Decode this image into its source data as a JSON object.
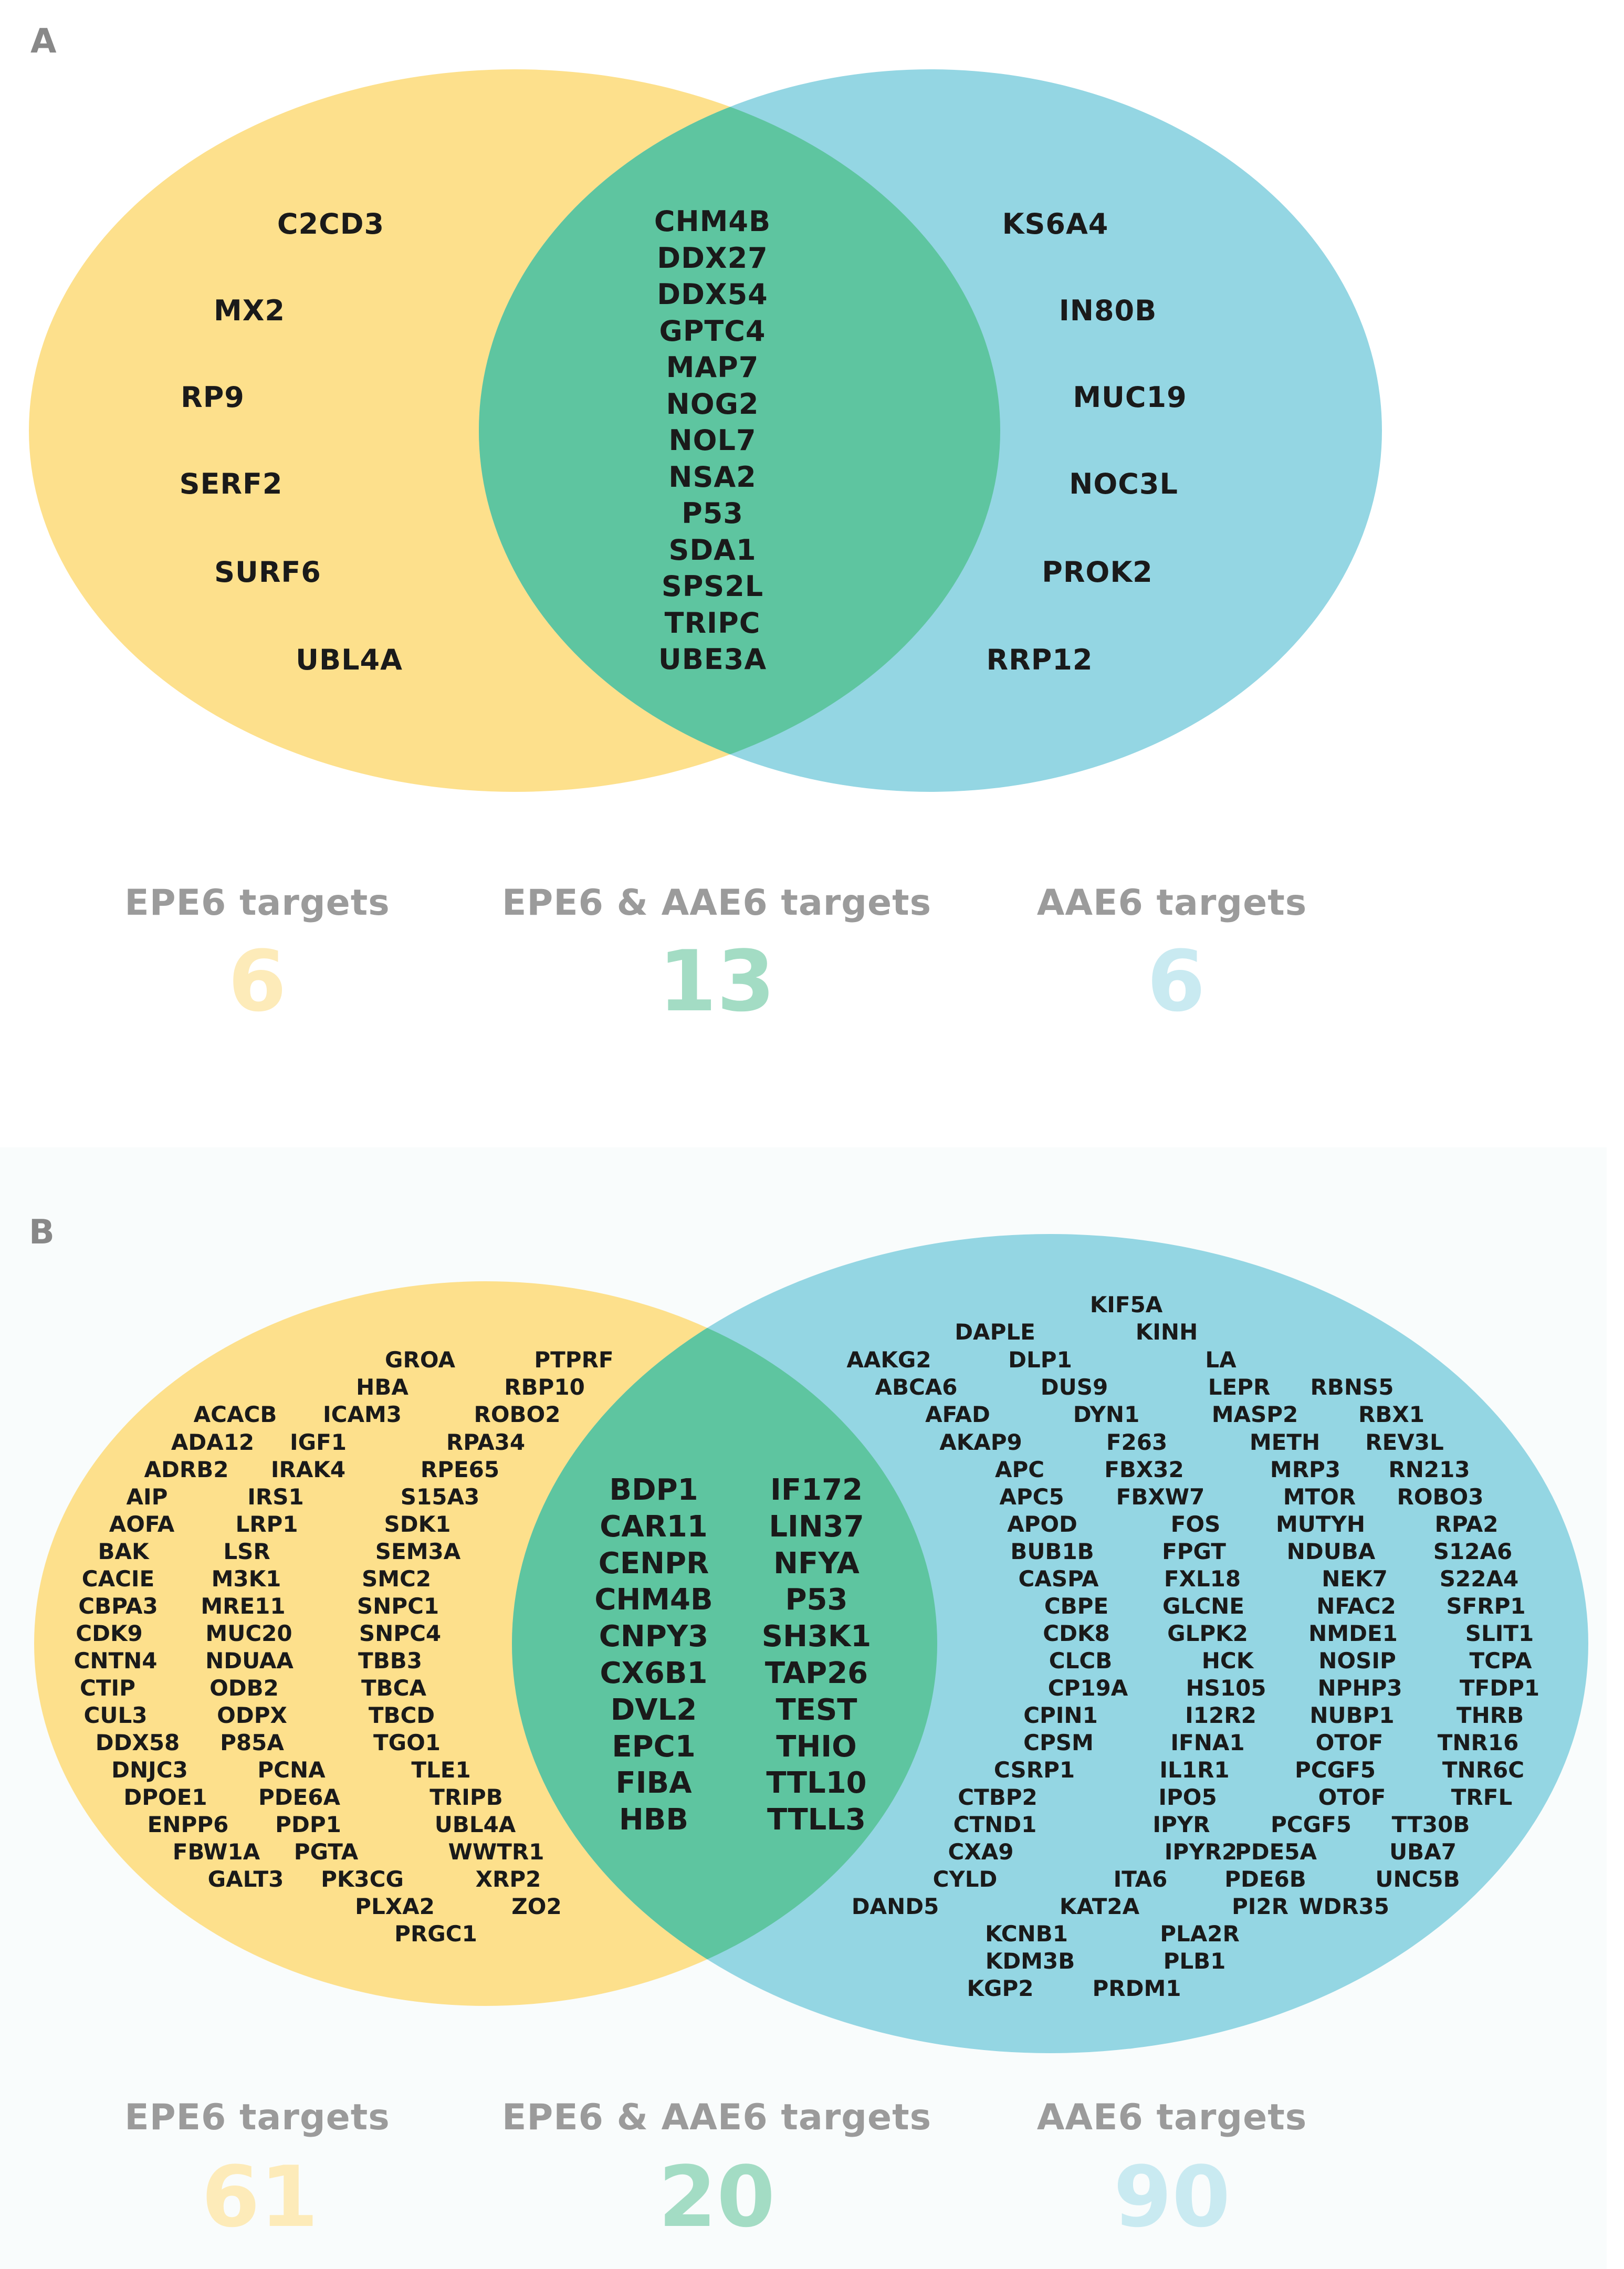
{
  "colors": {
    "epe6": "#fde08c",
    "aae6": "#94d6e3",
    "overlap": "#5ec5a0",
    "count_epe6": "#fdebb9",
    "count_overlap": "#a3dcc4",
    "count_aae6": "#c9eaf1"
  },
  "panel_a": {
    "label": "A",
    "epe6_only": [
      "C2CD3",
      "MX2",
      "RP9",
      "SERF2",
      "SURF6",
      "UBL4A"
    ],
    "overlap": [
      "CHM4B",
      "DDX27",
      "DDX54",
      "GPTC4",
      "MAP7",
      "NOG2",
      "NOL7",
      "NSA2",
      "P53",
      "SDA1",
      "SPS2L",
      "TRIPC",
      "UBE3A"
    ],
    "aae6_only": [
      "KS6A4",
      "IN80B",
      "MUC19",
      "NOC3L",
      "PROK2",
      "RRP12"
    ],
    "stats": {
      "epe6_label": "EPE6 targets",
      "epe6_count": "6",
      "overlap_label": "EPE6 & AAE6 targets",
      "overlap_count": "13",
      "aae6_label": "AAE6 targets",
      "aae6_count": "6"
    }
  },
  "panel_b": {
    "label": "B",
    "epe6_only": [
      "GROA",
      "PTPRF",
      "HBA",
      "RBP10",
      "ACACB",
      "ICAM3",
      "ROBO2",
      "ADA12",
      "IGF1",
      "RPA34",
      "ADRB2",
      "IRAK4",
      "RPE65",
      "AIP",
      "IRS1",
      "S15A3",
      "AOFA",
      "LRP1",
      "SDK1",
      "BAK",
      "LSR",
      "SEM3A",
      "CACIE",
      "M3K1",
      "SMC2",
      "CBPA3",
      "MRE11",
      "SNPC1",
      "CDK9",
      "MUC20",
      "SNPC4",
      "CNTN4",
      "NDUAA",
      "TBB3",
      "CTIP",
      "ODB2",
      "TBCA",
      "CUL3",
      "ODPX",
      "TBCD",
      "DDX58",
      "P85A",
      "TGO1",
      "DNJC3",
      "PCNA",
      "TLE1",
      "DPOE1",
      "PDE6A",
      "TRIPB",
      "ENPP6",
      "PDP1",
      "UBL4A",
      "FBW1A",
      "PGTA",
      "WWTR1",
      "GALT3",
      "PK3CG",
      "XRP2",
      "PLXA2",
      "ZO2",
      "PRGC1"
    ],
    "overlap": [
      "BDP1",
      "CAR11",
      "CENPR",
      "CHM4B",
      "CNPY3",
      "CX6B1",
      "DVL2",
      "EPC1",
      "FIBA",
      "HBB",
      "IF172",
      "LIN37",
      "NFYA",
      "P53",
      "SH3K1",
      "TAP26",
      "TEST",
      "THIO",
      "TTL10",
      "TTLL3"
    ],
    "aae6_only": [
      "KIF5A",
      "DAPLE",
      "KINH",
      "AAKG2",
      "DLP1",
      "LA",
      "ABCA6",
      "DUS9",
      "LEPR",
      "RBNS5",
      "AFAD",
      "DYN1",
      "MASP2",
      "RBX1",
      "AKAP9",
      "F263",
      "METH",
      "REV3L",
      "APC",
      "FBX32",
      "MRP3",
      "RN213",
      "APC5",
      "FBXW7",
      "MTOR",
      "ROBO3",
      "APOD",
      "FOS",
      "MUTYH",
      "RPA2",
      "BUB1B",
      "FPGT",
      "NDUBA",
      "S12A6",
      "CASPA",
      "FXL18",
      "NEK7",
      "S22A4",
      "CBPE",
      "GLCNE",
      "NFAC2",
      "SFRP1",
      "CDK8",
      "GLPK2",
      "NMDE1",
      "SLIT1",
      "CLCB",
      "HCK",
      "NOSIP",
      "TCPA",
      "CP19A",
      "HS105",
      "NPHP3",
      "TFDP1",
      "CPIN1",
      "I12R2",
      "NUBP1",
      "THRB",
      "CPSM",
      "IFNA1",
      "OTOF",
      "TNR16",
      "CSRP1",
      "IL1R1",
      "PCGF5",
      "TNR6C",
      "CTBP2",
      "IPO5",
      "OTOF",
      "TRFL",
      "CTND1",
      "IPYR",
      "PCGF5",
      "TT30B",
      "CXA9",
      "IPYR2",
      "PDE5A",
      "UBA7",
      "CYLD",
      "ITA6",
      "PDE6B",
      "UNC5B",
      "DAND5",
      "KAT2A",
      "PI2R",
      "WDR35",
      "KCNB1",
      "PLA2R",
      "KDM3B",
      "PLB1",
      "KGP2",
      "PRDM1"
    ],
    "stats": {
      "epe6_label": "EPE6 targets",
      "epe6_count": "61",
      "overlap_label": "EPE6 & AAE6 targets",
      "overlap_count": "20",
      "aae6_label": "AAE6 targets",
      "aae6_count": "90"
    }
  }
}
